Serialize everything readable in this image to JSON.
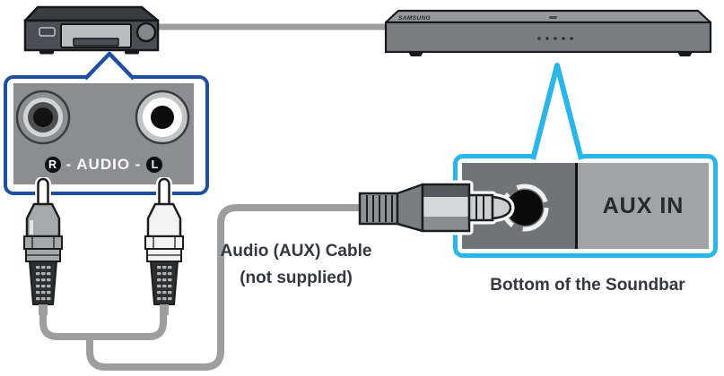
{
  "diagram": {
    "soundbar": {
      "brand": "SAMSUNG"
    },
    "rca_panel": {
      "right_jack_label": "R",
      "center_label": "- AUDIO -",
      "left_jack_label": "L"
    },
    "aux_panel": {
      "port_label": "AUX IN"
    },
    "cable_note": {
      "line1": "Audio (AUX) Cable",
      "line2": "(not supplied)"
    },
    "caption": "Bottom of the Soundbar"
  },
  "colors": {
    "callout_blue": "#1e4fa0",
    "callout_cyan": "#2bb6e9",
    "cable_gray": "#9c9ea0",
    "panel_gray": "#8b8d90",
    "panel_dark": "#707377",
    "panel_light": "#a1a3a6",
    "text_dark": "#35383f"
  }
}
